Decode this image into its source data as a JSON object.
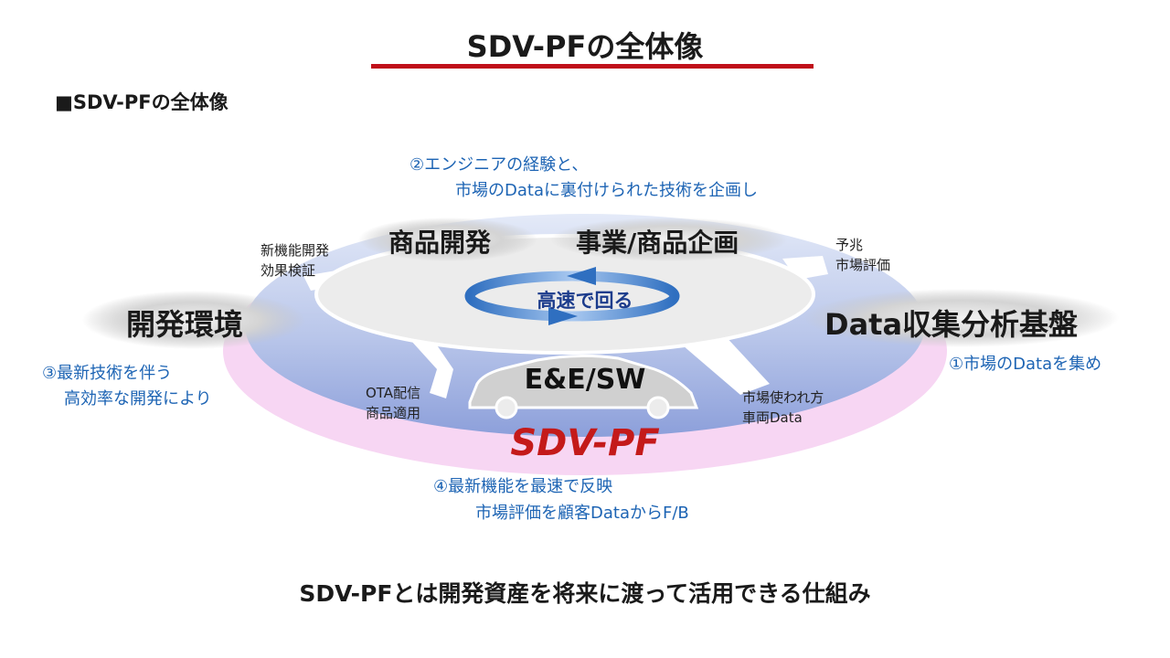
{
  "title": "SDV-PFの全体像",
  "section_heading": "■SDV-PFの全体像",
  "nodes": {
    "product_dev": "商品開発",
    "business_planning": "事業/商品企画",
    "dev_env": "開発環境",
    "data_platform": "Data収集分析基盤"
  },
  "center_label": "高速で回る",
  "core_label": "E&E/SW",
  "platform_label": "SDV-PF",
  "steps": {
    "step1": "①市場のDataを集め",
    "step2_line1": "②エンジニアの経験と、",
    "step2_line2": "市場のDataに裏付けられた技術を企画し",
    "step3_line1": "③最新技術を伴う",
    "step3_line2": "高効率な開発により",
    "step4_line1": "④最新機能を最速で反映",
    "step4_line2": "市場評価を顧客DataからF/B"
  },
  "annotations": {
    "new_feature_line1": "新機能開発",
    "new_feature_line2": "効果検証",
    "predict_line1": "予兆",
    "predict_line2": "市場評価",
    "ota_line1": "OTA配信",
    "ota_line2": "商品適用",
    "market_usage_line1": "市場使われ方",
    "market_usage_line2": "車両Data"
  },
  "conclusion": "SDV-PFとは開発資産を将来に渡って活用できる仕組み",
  "colors": {
    "accent_red": "#c0101a",
    "step_blue": "#1d64b4",
    "platform_red": "#c41a1a",
    "center_text": "#1c3c8c"
  }
}
